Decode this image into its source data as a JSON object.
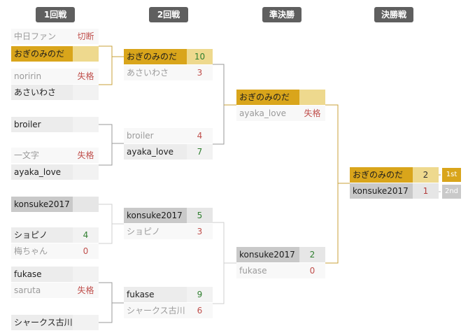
{
  "rounds": {
    "r1": "1回戦",
    "r2": "2回戦",
    "semi": "準決勝",
    "final": "決勝戦"
  },
  "r1_matches": [
    {
      "a": {
        "name": "中日ファン",
        "score": "切断"
      },
      "b": {
        "name": "おぎのみのだ",
        "score": ""
      }
    },
    {
      "a": {
        "name": "noririn",
        "score": "失格"
      },
      "b": {
        "name": "あさいわさ",
        "score": ""
      }
    },
    {
      "a": {
        "name": "broiler",
        "score": ""
      },
      "b": {
        "name": "",
        "score": ""
      }
    },
    {
      "a": {
        "name": "一文字",
        "score": "失格"
      },
      "b": {
        "name": "ayaka_love",
        "score": ""
      }
    },
    {
      "a": {
        "name": "konsuke2017",
        "score": ""
      },
      "b": {
        "name": "",
        "score": ""
      }
    },
    {
      "a": {
        "name": "ショピノ",
        "score": "4"
      },
      "b": {
        "name": "梅ちゃん",
        "score": "0"
      }
    },
    {
      "a": {
        "name": "fukase",
        "score": ""
      },
      "b": {
        "name": "saruta",
        "score": "失格"
      }
    },
    {
      "a": {
        "name": "",
        "score": ""
      },
      "b": {
        "name": "シャークス古川",
        "score": ""
      }
    }
  ],
  "r2_matches": [
    {
      "a": {
        "name": "おぎのみのだ",
        "score": "10"
      },
      "b": {
        "name": "あさいわさ",
        "score": "3"
      }
    },
    {
      "a": {
        "name": "broiler",
        "score": "4"
      },
      "b": {
        "name": "ayaka_love",
        "score": "7"
      }
    },
    {
      "a": {
        "name": "konsuke2017",
        "score": "5"
      },
      "b": {
        "name": "ショピノ",
        "score": "3"
      }
    },
    {
      "a": {
        "name": "fukase",
        "score": "9"
      },
      "b": {
        "name": "シャークス古川",
        "score": "6"
      }
    }
  ],
  "semi_matches": [
    {
      "a": {
        "name": "おぎのみのだ",
        "score": ""
      },
      "b": {
        "name": "ayaka_love",
        "score": "失格"
      }
    },
    {
      "a": {
        "name": "konsuke2017",
        "score": "2"
      },
      "b": {
        "name": "fukase",
        "score": "0"
      }
    }
  ],
  "final_match": {
    "a": {
      "name": "おぎのみのだ",
      "score": "2"
    },
    "b": {
      "name": "konsuke2017",
      "score": "1"
    }
  },
  "ranks": {
    "first": "1st",
    "second": "2nd"
  },
  "colors": {
    "winner": "#d9a51b",
    "winner_light": "#eed98e",
    "runner": "#c9c9c9",
    "header": "#5f5f5f",
    "green": "#2f7f2f",
    "red": "#c0504d"
  }
}
